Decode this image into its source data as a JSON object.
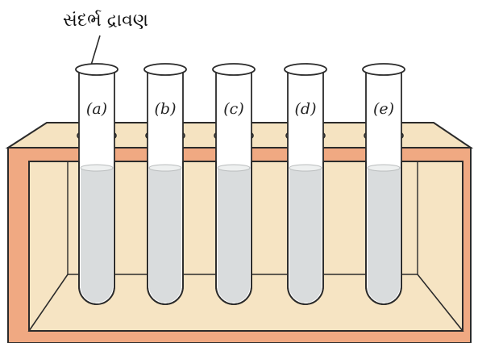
{
  "caption": "સંદર્ભ દ્રાવણ",
  "tubes": [
    {
      "label": "(a)"
    },
    {
      "label": "(b)"
    },
    {
      "label": "(c)"
    },
    {
      "label": "(d)"
    },
    {
      "label": "(e)"
    }
  ],
  "colors": {
    "rack_top": "#f5e3c1",
    "rack_front": "#f0a982",
    "rack_back": "#f6e4c3",
    "outline": "#2b2b2b",
    "liquid": "#d9dcdd",
    "glass": "#ffffff"
  }
}
